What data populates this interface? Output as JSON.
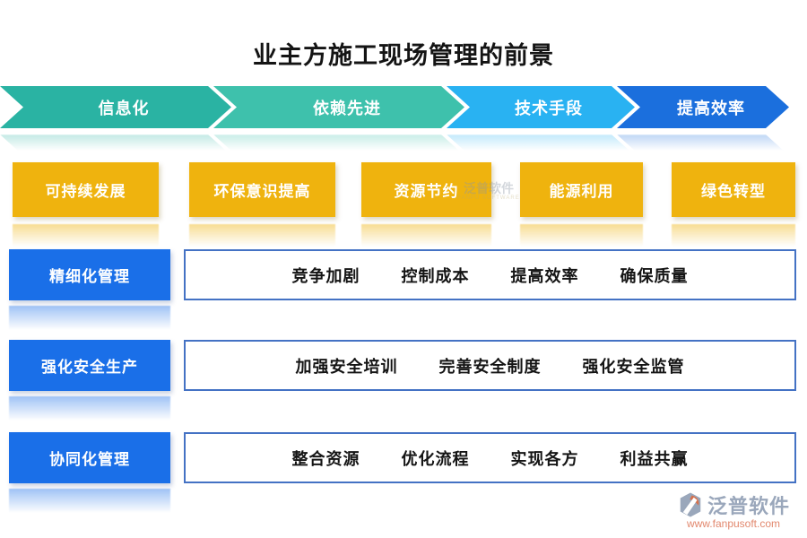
{
  "title": "业主方施工现场管理的前景",
  "arrow_band": {
    "segments": [
      {
        "label": "信息化",
        "color": "#2ab3a3"
      },
      {
        "label": "依赖先进",
        "color": "#3ec1ac"
      },
      {
        "label": "技术手段",
        "color": "#29b2f2"
      },
      {
        "label": "提高效率",
        "color": "#1b6fdd"
      }
    ]
  },
  "highlight_buttons": {
    "color": "#efb30e",
    "items": [
      {
        "label": "可持续发展"
      },
      {
        "label": "环保意识提高"
      },
      {
        "label": "资源节约"
      },
      {
        "label": "能源利用"
      },
      {
        "label": "绿色转型"
      }
    ]
  },
  "rows": [
    {
      "label": "精细化管理",
      "items": [
        "竞争加剧",
        "控制成本",
        "提高效率",
        "确保质量"
      ]
    },
    {
      "label": "强化安全生产",
      "items": [
        "加强安全培训",
        "完善安全制度",
        "强化安全监管"
      ]
    },
    {
      "label": "协同化管理",
      "items": [
        "整合资源",
        "优化流程",
        "实现各方",
        "利益共赢"
      ]
    }
  ],
  "row_button_color": "#1a6fe8",
  "row_box_border_color": "#4472c4",
  "watermark": {
    "text": "泛普软件",
    "subtext": "FANPU SOFTWARE"
  },
  "brand": {
    "name": "泛普软件",
    "url": "www.fanpusoft.com",
    "name_color": "#9aa7bb",
    "url_color": "#e2886e"
  }
}
